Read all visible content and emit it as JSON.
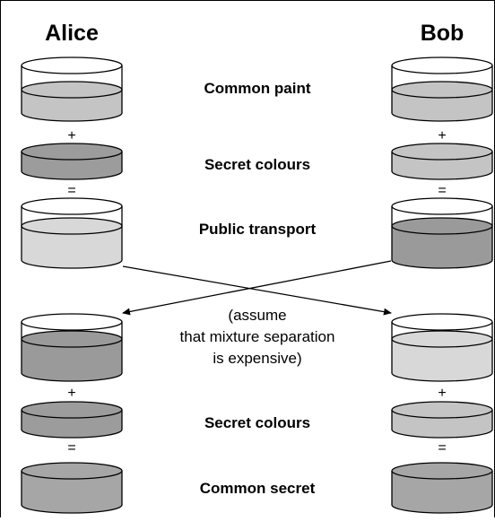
{
  "participants": {
    "left": "Alice",
    "right": "Bob"
  },
  "steps": {
    "common_paint": "Common paint",
    "secret_colours_1": "Secret colours",
    "public_transport": "Public transport",
    "secret_colours_2": "Secret colours",
    "common_secret": "Common secret"
  },
  "operators": {
    "plus": "+",
    "equals": "="
  },
  "note": [
    "(assume",
    "that mixture separation",
    "is expensive)"
  ],
  "colors": {
    "common_paint": "#c4c4c4",
    "alice_secret": "#9c9c9c",
    "bob_secret": "#c4c4c4",
    "alice_public": "#d8d8d8",
    "bob_public": "#9a9a9a",
    "alice_received": "#9a9a9a",
    "bob_received": "#d8d8d8",
    "common_secret": "#a6a6a6",
    "line": "#000000"
  }
}
